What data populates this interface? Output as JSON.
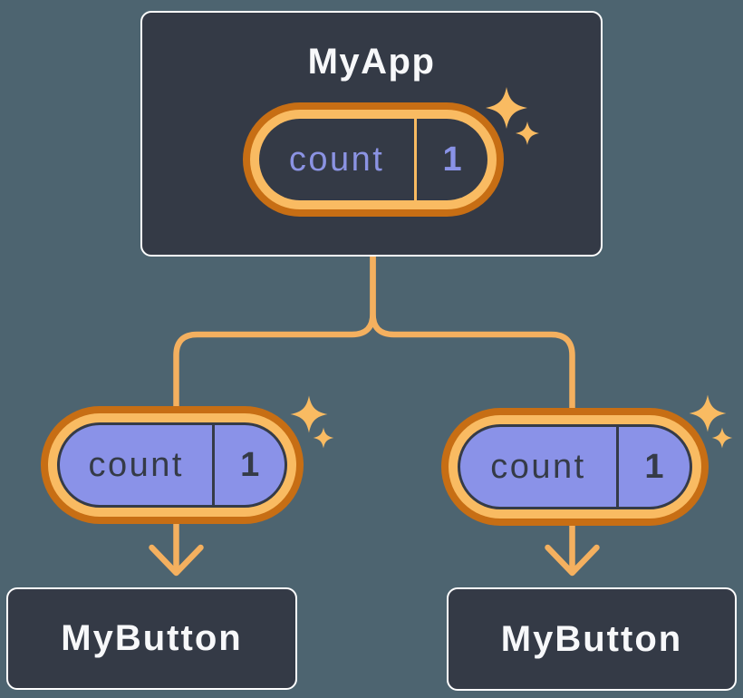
{
  "diagram": {
    "description": "React component tree with state passed down as props",
    "background_color": "#4d6470",
    "root": {
      "title": "MyApp",
      "state": {
        "key": "count",
        "value": "1"
      }
    },
    "children": [
      {
        "title": "MyButton",
        "prop": {
          "key": "count",
          "value": "1"
        }
      },
      {
        "title": "MyButton",
        "prop": {
          "key": "count",
          "value": "1"
        }
      }
    ],
    "icons": {
      "sparkle_icon": "four-point-star",
      "arrowhead_icon": "downward-chevron"
    },
    "colors": {
      "card_bg": "#343a46",
      "card_border": "#ffffff",
      "connector_orange": "#f4b05f",
      "ring_outer_orange": "#c76e14",
      "ring_inner_orange": "#f9bb62",
      "pill_purple": "#8a92e8",
      "text_light": "#f7f8fa",
      "text_periwinkle": "#8b93e3",
      "text_dark": "#353b47"
    }
  }
}
